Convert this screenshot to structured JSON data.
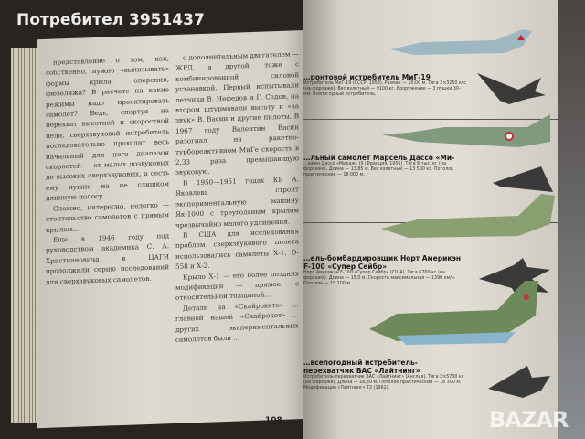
{
  "watermark": "Потребител 3951437",
  "logo_watermark": "BAZAR",
  "left_page": {
    "page_number": "108",
    "column1": [
      "представление о том, как, собственно, нужно «вылизывать» формы крыла, оперения, фюзеляжа? В расчете на какие режимы надо проектировать самолет? Ведь, спортуя на перехват высотной и скоростной цели, сверхзвуковой истребитель последовательно проходит весь начальный для него диапазон скоростей — от малых дозвуковых до высоких сверхзвуковых, а сесть ему нужно на не слишком длинную полосу.",
      "Сложно, интересно, нелегко — стоительство самолетов с прямым крылом...",
      "Еще в 1946 году под руководством академика С. А. Христиановича в ЦАГИ продолжили серию исследований для сверхзвуковых самолетов."
    ],
    "column2": [
      "с дополнительным двигателем — ЖРД, а другой, тоже с комбинированной силовой установкой. Первый испытывали летчики В. Нефедов и Г. Седов, на втором штурмовали высоту и «за звук» В. Васин и другие пилоты. В 1967 году Валентин Васин разогнал на ракетно-турбореактивном МиГе скорость в 2,33 раза превышающую звуковую.",
      "В 1950—1951 годах КБ А. Яковлева строит экспериментальную машину Як-1000 с треугольным крылом чрезвычайно малого удлинения.",
      "В США для исследования проблем сверхзвукового полета использовались самолеты Х-1, D-558 и Х-2.",
      "Крыло Х-1 — его более поздних модификаций — прямое, с относительной толщиной...",
      "Детали на «Скайрокете» ... главной нашей «Скайрокет» ... других экспериментальных самолетов были ..."
    ]
  },
  "right_page": {
    "aircraft": [
      {
        "title": "…ронтовой истребитель МиГ-19",
        "details": "Истребитель МиГ-19 (СССР, 1953). Размах — 10,00 м. Тяга 2×3250 кгс (на форсаже). Вес взлетный — 9100 кг. Вооружение — 3 пушки 30-мм. Всепогодный истребитель.",
        "colors": {
          "body": "#9fb7c0",
          "accent": "#c23"
        }
      },
      {
        "title": "…льный самолет Марсель Дассо «Ми-",
        "details": "…ажен Дассо «Мираж» III (Франция, 1956). Тяга 6 тыс. кг (на форсаже). Длина — 13,85 м. Вес взлетный — 13 500 кг. Потолок практический — 18 000 м.",
        "colors": {
          "body": "#7f9a7c",
          "accent": "#b33"
        }
      },
      {
        "title": "…ель-бомбардировщик Норт Америкэн F-100 «Супер Сейбр»",
        "details": "Норт Америкэн F-100 «Супер Сейбр» (США). Тяга 6700 кг (на форсаже). Длина — 15,0 м. Скорость максимальная — 1390 км/ч. Потолок — 15 200 м.",
        "colors": {
          "body": "#8aa070",
          "accent": "#c8b060"
        }
      },
      {
        "title": "…всепогодный истребитель-перехватчик ВАС «Лайтнинг»",
        "details": "Истребитель-перехватчик ВАС «Лайтнинг» (Англия). Тяга 2×5700 кг (на форсаже). Длина — 16,80 м. Потолок практический — 18 300 м. Модификация «Лайтнинг» Т2 (1962).",
        "colors": {
          "body": "#6f8a5a",
          "accent": "#c33"
        }
      }
    ]
  }
}
